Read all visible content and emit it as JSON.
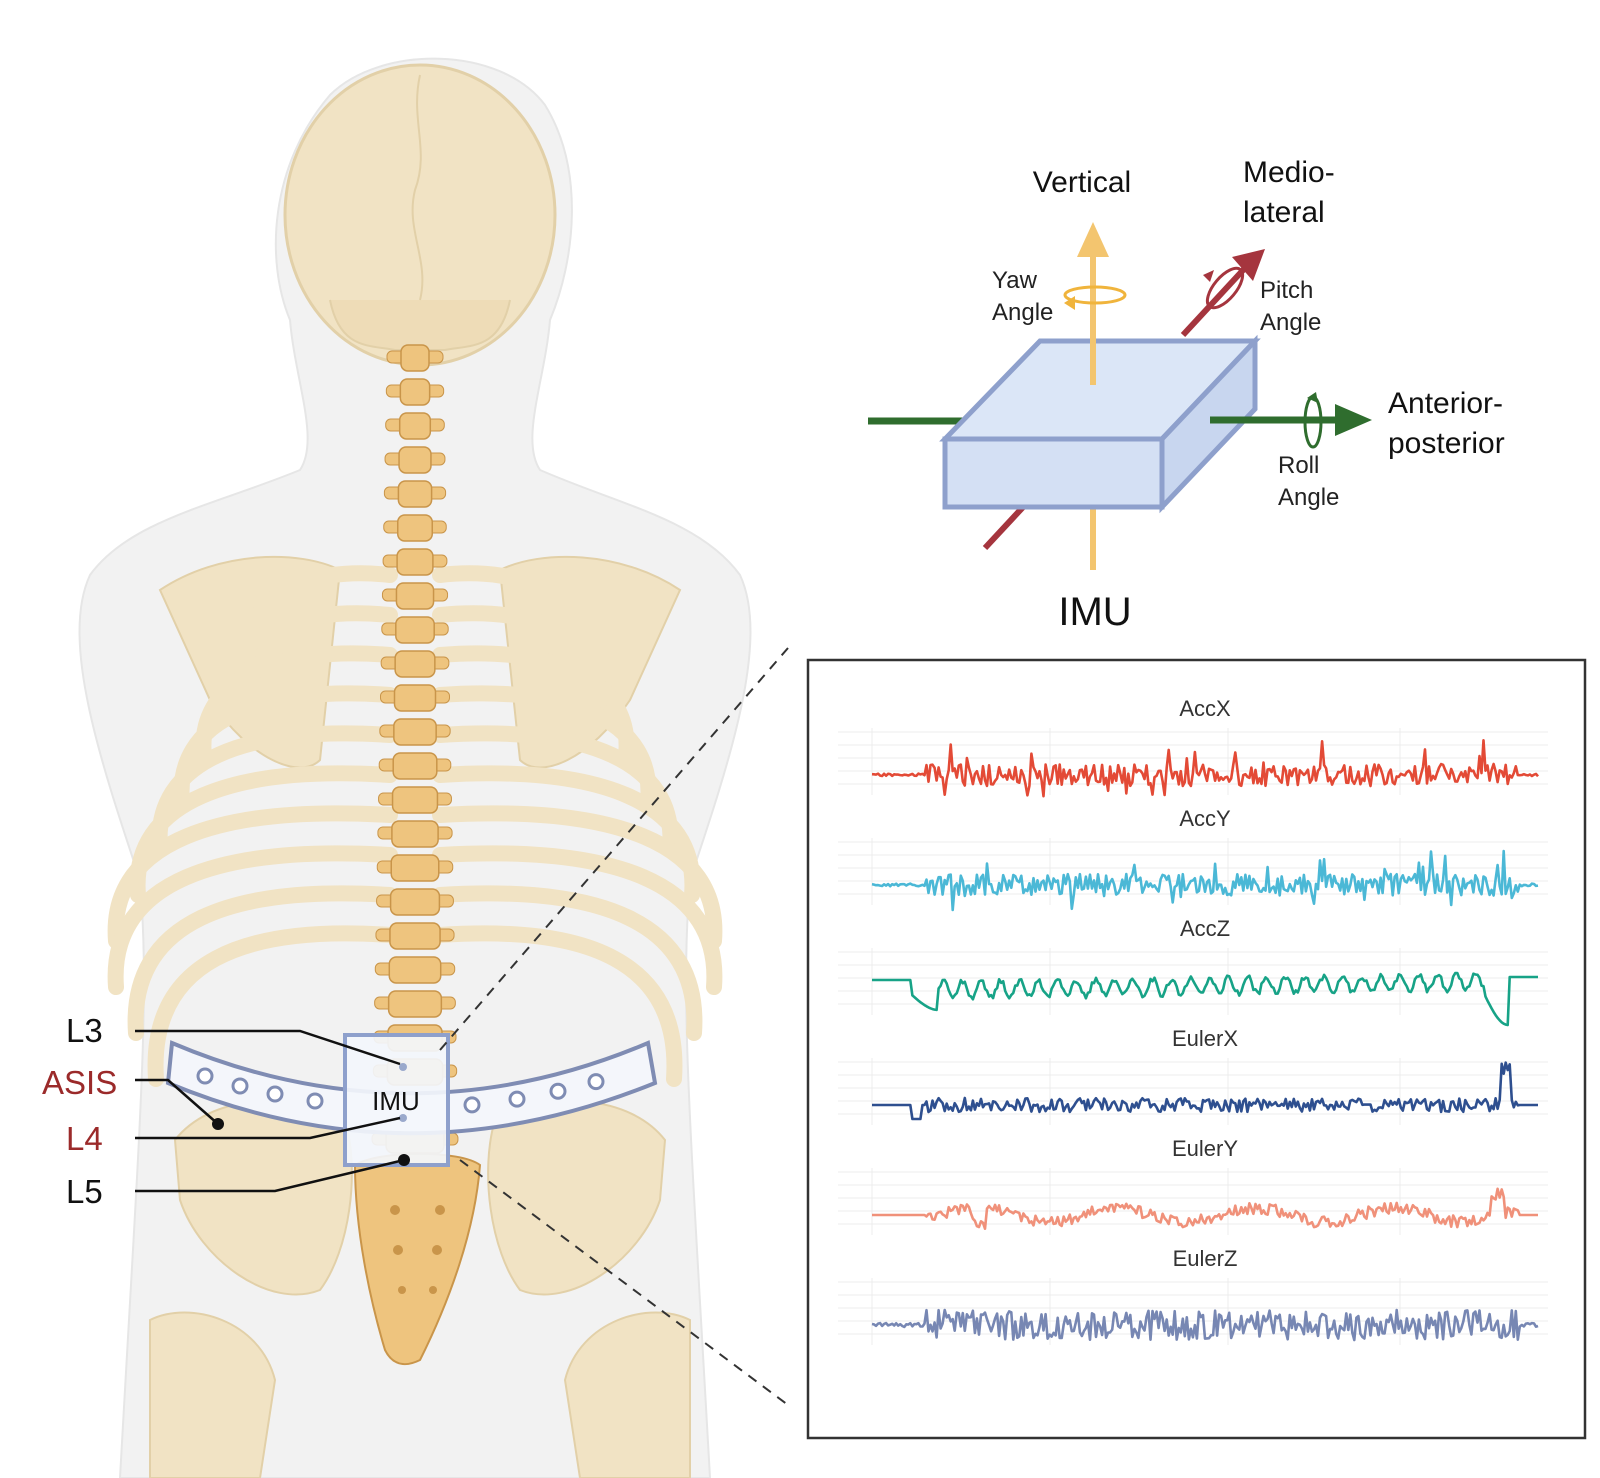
{
  "colors": {
    "bone": "#f1e3c4",
    "bone_edge": "#e2d0a8",
    "spine": "#eec47e",
    "spine_dark": "#c9954a",
    "body_silhouette": "#efefef",
    "belt": "#7f8cb3",
    "imu_fill": "#dbe6f7",
    "imu_edge": "#8ea0cc",
    "vertical_axis": "#f3c56f",
    "mediolateral_axis": "#a5353e",
    "anteroposterior_axis": "#2f6d2e",
    "label_red": "#9b2a2a"
  },
  "anatomy": {
    "labels": {
      "l3": "L3",
      "asis": "ASIS",
      "l4": "L4",
      "l5": "L5"
    },
    "belt_device_label": "IMU"
  },
  "imu_diagram": {
    "axes": {
      "vertical": "Vertical",
      "mediolateral_line1": "Medio-",
      "mediolateral_line2": "lateral",
      "anteroposterior_line1": "Anterior-",
      "anteroposterior_line2": "posterior"
    },
    "angles": {
      "yaw_line1": "Yaw",
      "yaw_line2": "Angle",
      "pitch_line1": "Pitch",
      "pitch_line2": "Angle",
      "roll_line1": "Roll",
      "roll_line2": "Angle"
    },
    "caption": "IMU"
  },
  "signals": [
    {
      "name": "AccX",
      "color": "#e34a36",
      "style": "spiky",
      "seed": 11
    },
    {
      "name": "AccY",
      "color": "#4bb8d6",
      "style": "spiky",
      "seed": 23
    },
    {
      "name": "AccZ",
      "color": "#17a387",
      "style": "wave_dip",
      "seed": 37
    },
    {
      "name": "EulerX",
      "color": "#2e4f8f",
      "style": "spike_end",
      "seed": 41
    },
    {
      "name": "EulerY",
      "color": "#f0917a",
      "style": "drift",
      "seed": 53
    },
    {
      "name": "EulerZ",
      "color": "#7787b3",
      "style": "dense",
      "seed": 67
    }
  ]
}
